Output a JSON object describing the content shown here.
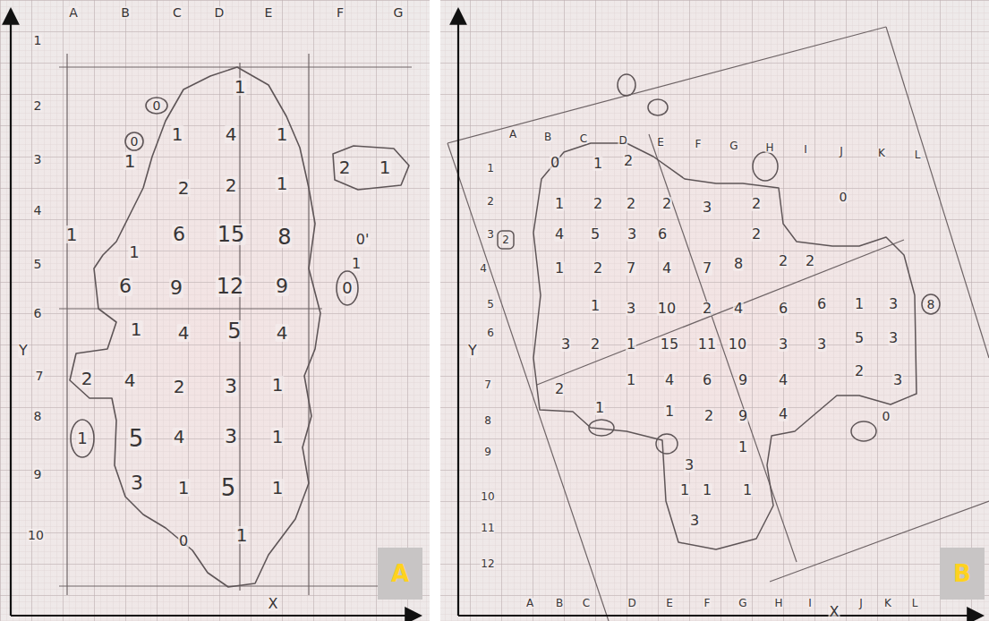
{
  "diagram": {
    "nodes": [
      {
        "text": [
          "A"
        ]
      },
      {
        "text": [
          "B"
        ]
      }
    ],
    "labels": [
      "A",
      "B",
      "C",
      "D",
      "E",
      "F",
      "G",
      "1",
      "2",
      "3",
      "4",
      "5",
      "6",
      "7",
      "8",
      "9",
      "10",
      "Y",
      "X",
      "1",
      "0",
      "0",
      "1",
      "4",
      "1",
      "1",
      "2",
      "2",
      "1",
      "2",
      "1",
      "1",
      "1",
      "6",
      "15",
      "8",
      "0'",
      "1",
      "0",
      "6",
      "9",
      "12",
      "9",
      "1",
      "4",
      "5",
      "4",
      "2",
      "4",
      "2",
      "3",
      "1",
      "1",
      "5",
      "4",
      "3",
      "1",
      "3",
      "1",
      "5",
      "1",
      "0",
      "1",
      "A",
      "B",
      "C",
      "D",
      "E",
      "F",
      "G",
      "H",
      "I",
      "J",
      "K",
      "L",
      "1",
      "2",
      "3",
      "4",
      "5",
      "6",
      "7",
      "8",
      "9",
      "10",
      "11",
      "12",
      "Y",
      "X",
      "A",
      "B",
      "C",
      "D",
      "E",
      "F",
      "G",
      "H",
      "I",
      "J",
      "K",
      "L",
      "0",
      "1",
      "2",
      "1",
      "2",
      "2",
      "2",
      "3",
      "2",
      "4",
      "5",
      "3",
      "6",
      "2",
      "1",
      "2",
      "7",
      "4",
      "7",
      "8",
      "2",
      "2",
      "1",
      "3",
      "10",
      "2",
      "4",
      "6",
      "6",
      "1",
      "3",
      "3",
      "2",
      "1",
      "15",
      "11",
      "10",
      "3",
      "3",
      "5",
      "3",
      "2",
      "1",
      "4",
      "6",
      "9",
      "4",
      "2",
      "3",
      "1",
      "1",
      "2",
      "9",
      "4",
      "3",
      "1",
      "1",
      "1",
      "1",
      "3",
      "0",
      "0",
      "8",
      "2"
    ]
  }
}
